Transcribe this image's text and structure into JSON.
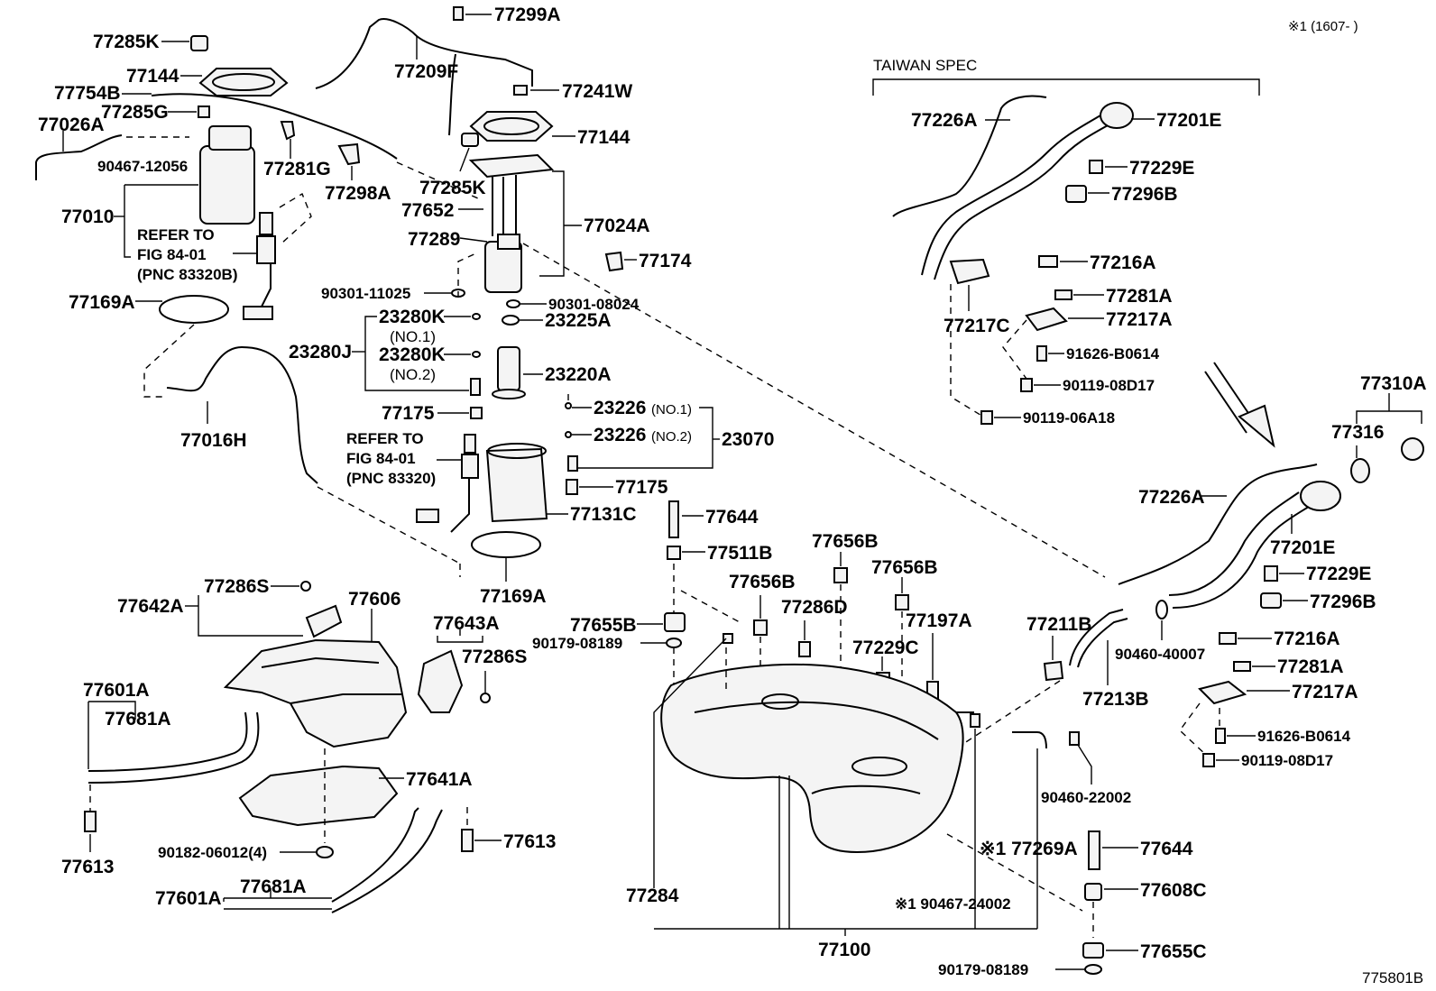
{
  "header": {
    "note": "※1 (1607-       )",
    "taiwan_spec": "TAIWAN SPEC",
    "figure_id": "775801B"
  },
  "labels": {
    "p77299A": "77299A",
    "p77285K_a": "77285K",
    "p77209F": "77209F",
    "p77144_a": "77144",
    "p77754B": "77754B",
    "p77285G": "77285G",
    "p77026A": "77026A",
    "p90467_12056": "90467-12056",
    "p77281G": "77281G",
    "p77298A": "77298A",
    "p77010": "77010",
    "refer_a_1": "REFER TO",
    "refer_a_2": "FIG 84-01",
    "refer_a_3": "(PNC 83320B)",
    "p77241W": "77241W",
    "p77144_b": "77144",
    "p77285K_b": "77285K",
    "p77652": "77652",
    "p77024A": "77024A",
    "p77289": "77289",
    "p77174": "77174",
    "p90301_11025": "90301-11025",
    "p90301_08024": "90301-08024",
    "p77169A_a": "77169A",
    "p23280K_a": "23280K",
    "no1_a": "(NO.1)",
    "p23280J": "23280J",
    "p23280K_b": "23280K",
    "no2_a": "(NO.2)",
    "p23225A": "23225A",
    "p23220A": "23220A",
    "p77175_a": "77175",
    "p23226_1": "23226",
    "no1_b": "(NO.1)",
    "p23226_2": "23226",
    "no2_b": "(NO.2)",
    "p23070": "23070",
    "p77016H": "77016H",
    "refer_b_1": "REFER TO",
    "refer_b_2": "FIG 84-01",
    "refer_b_3": "(PNC 83320)",
    "p77175_b": "77175",
    "p77131C": "77131C",
    "p77644_a": "77644",
    "p77169A_b": "77169A",
    "p77511B": "77511B",
    "p77656B_a": "77656B",
    "p77656B_b": "77656B",
    "p77656B_c": "77656B",
    "p77286S_a": "77286S",
    "p77642A": "77642A",
    "p77606": "77606",
    "p77643A": "77643A",
    "p77286S_b": "77286S",
    "p77655B": "77655B",
    "p90179_08189_a": "90179-08189",
    "p77286D": "77286D",
    "p77197A": "77197A",
    "p77229C": "77229C",
    "p77211B": "77211B",
    "p77601A_a": "77601A",
    "p77681A_a": "77681A",
    "p77641A": "77641A",
    "p90182_06012": "90182-06012(4)",
    "p77613_a": "77613",
    "p77613_b": "77613",
    "p77601A_b": "77601A",
    "p77681A_b": "77681A",
    "p77284": "77284",
    "p77100": "77100",
    "p77269A": "※1 77269A",
    "p90467_24002": "※1 90467-24002",
    "p90460_22002": "90460-22002",
    "p77644_b": "77644",
    "p77608C": "77608C",
    "p77655C": "77655C",
    "p90179_08189_b": "90179-08189",
    "p77213B": "77213B",
    "p90460_40007": "90460-40007",
    "t77226A_a": "77226A",
    "t77201E_a": "77201E",
    "t77229E_a": "77229E",
    "t77296B_a": "77296B",
    "t77216A_a": "77216A",
    "t77281A_a": "77281A",
    "t77217C": "77217C",
    "t77217A_a": "77217A",
    "t91626_B0614_a": "91626-B0614",
    "t90119_08D17_a": "90119-08D17",
    "t90119_06A18": "90119-06A18",
    "p77310A": "77310A",
    "p77316": "77316",
    "r77226A": "77226A",
    "r77201E": "77201E",
    "r77229E": "77229E",
    "r77296B": "77296B",
    "r77216A": "77216A",
    "r77281A": "77281A",
    "r77217A": "77217A",
    "r91626_B0614": "91626-B0614",
    "r90119_08D17": "90119-08D17"
  }
}
